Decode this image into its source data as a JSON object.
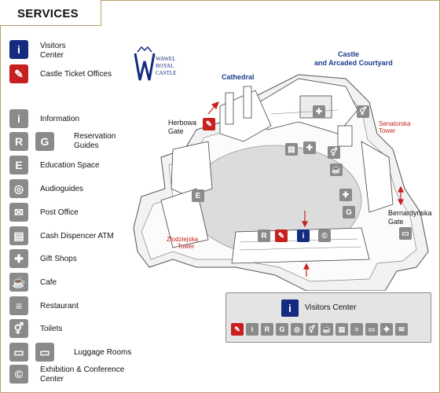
{
  "header": {
    "title": "SERVICES"
  },
  "legend": [
    {
      "key": "visitors",
      "label": "Visitors\nCenter",
      "glyph": "i",
      "color": "#142c80",
      "icon": "info-icon"
    },
    {
      "key": "tickets",
      "label": "Castle Ticket Offices",
      "glyph": "✎",
      "color": "#c8201f",
      "icon": "ticket-icon"
    },
    {
      "key": "information",
      "label": "Information",
      "glyph": "i",
      "color": "#8a8a8a",
      "icon": "info-icon"
    },
    {
      "key": "reservation",
      "label": "Reservation\nGuides",
      "glyph": "R G",
      "color": "#8a8a8a",
      "icon": "reservation-icon"
    },
    {
      "key": "education",
      "label": "Education Space",
      "glyph": "E",
      "color": "#8a8a8a",
      "icon": "education-icon"
    },
    {
      "key": "audio",
      "label": "Audioguides",
      "glyph": "◎",
      "color": "#8a8a8a",
      "icon": "audioguide-icon"
    },
    {
      "key": "post",
      "label": "Post Office",
      "glyph": "✉",
      "color": "#8a8a8a",
      "icon": "mail-icon"
    },
    {
      "key": "atm",
      "label": "Cash Dispencer ATM",
      "glyph": "▤",
      "color": "#8a8a8a",
      "icon": "atm-icon"
    },
    {
      "key": "gift",
      "label": "Gift Shops",
      "glyph": "✚",
      "color": "#8a8a8a",
      "icon": "gift-icon"
    },
    {
      "key": "cafe",
      "label": "Cafe",
      "glyph": "☕",
      "color": "#8a8a8a",
      "icon": "cafe-icon"
    },
    {
      "key": "restaurant",
      "label": "Restaurant",
      "glyph": "≡",
      "color": "#8a8a8a",
      "icon": "restaurant-icon"
    },
    {
      "key": "toilets",
      "label": "Toilets",
      "glyph": "⚥",
      "color": "#8a8a8a",
      "icon": "toilet-icon"
    },
    {
      "key": "luggage",
      "label": "Luggage Rooms",
      "glyph": "▭",
      "color": "#8a8a8a",
      "icon": "luggage-icon"
    },
    {
      "key": "exhibition",
      "label": "Exhibition & Conference\nCenter",
      "glyph": "©",
      "color": "#8a8a8a",
      "icon": "exhibition-icon"
    }
  ],
  "logo": {
    "line1": "WAWEL",
    "line2": "ROYAL",
    "line3": "CASTLE"
  },
  "map_labels": {
    "cathedral": "Cathedral",
    "castle": "Castle",
    "courtyard": "and Arcaded Courtyard",
    "herbowa": "Herbowa",
    "herbowa2": "Gate",
    "senatorska": "Senatorska",
    "senatorska2": "Tower",
    "bernardynska": "Bernardyńska",
    "bernardynska2": "Gate",
    "zlodziejska": "Złodziejska",
    "zlodziejska2": "Tower"
  },
  "visitors_center_panel": {
    "title": "Visitors Center"
  },
  "colors": {
    "accent_blue": "#142c80",
    "ticket_red": "#c8201f",
    "icon_gray": "#8a8a8a",
    "frame_gold": "#b9a06a"
  }
}
